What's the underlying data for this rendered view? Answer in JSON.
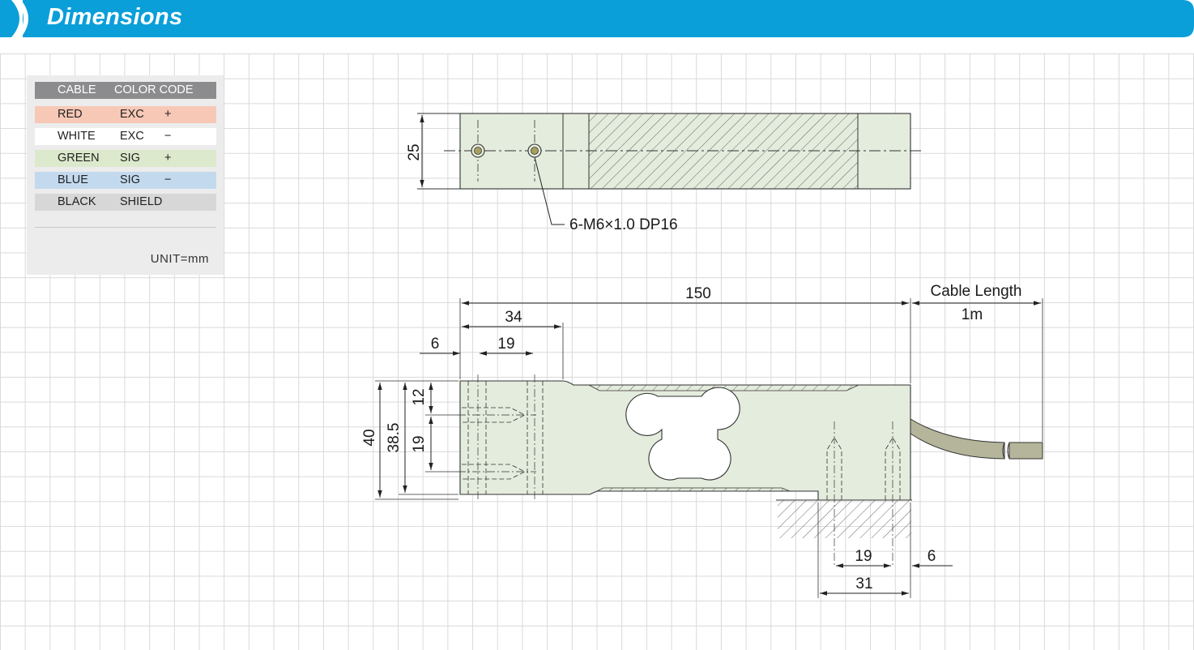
{
  "header": {
    "title": "Dimensions"
  },
  "legend": {
    "headers": [
      "CABLE",
      "COLOR CODE"
    ],
    "rows": [
      {
        "color": "RED",
        "signal": "EXC",
        "sign": "+",
        "bg": "#f8c8b6"
      },
      {
        "color": "WHITE",
        "signal": "EXC",
        "sign": "−",
        "bg": "#ffffff"
      },
      {
        "color": "GREEN",
        "signal": "SIG",
        "sign": "+",
        "bg": "#dde9cc"
      },
      {
        "color": "BLUE",
        "signal": "SIG",
        "sign": "−",
        "bg": "#c3d9ee"
      },
      {
        "color": "BLACK",
        "signal": "SHIELD",
        "sign": "",
        "bg": "#d7d7d7"
      }
    ],
    "unit": "UNIT=mm"
  },
  "top_view": {
    "width_label": "25",
    "hole_note": "6-M6×1.0   DP16"
  },
  "side_view": {
    "length_label": "150",
    "cable_length_title": "Cable Length",
    "cable_length_value": "1m",
    "dim_34": "34",
    "dim_6_left": "6",
    "dim_19_top": "19",
    "dim_40": "40",
    "dim_38_5": "38.5",
    "dim_12": "12",
    "dim_19_vert": "19",
    "dim_19_bottom": "19",
    "dim_6_right": "6",
    "dim_31": "31"
  },
  "colors": {
    "header_blue": "#0a9fd9",
    "body_fill": "#e4ecdd",
    "cable_fill": "#b4b59a",
    "line": "#333333"
  }
}
